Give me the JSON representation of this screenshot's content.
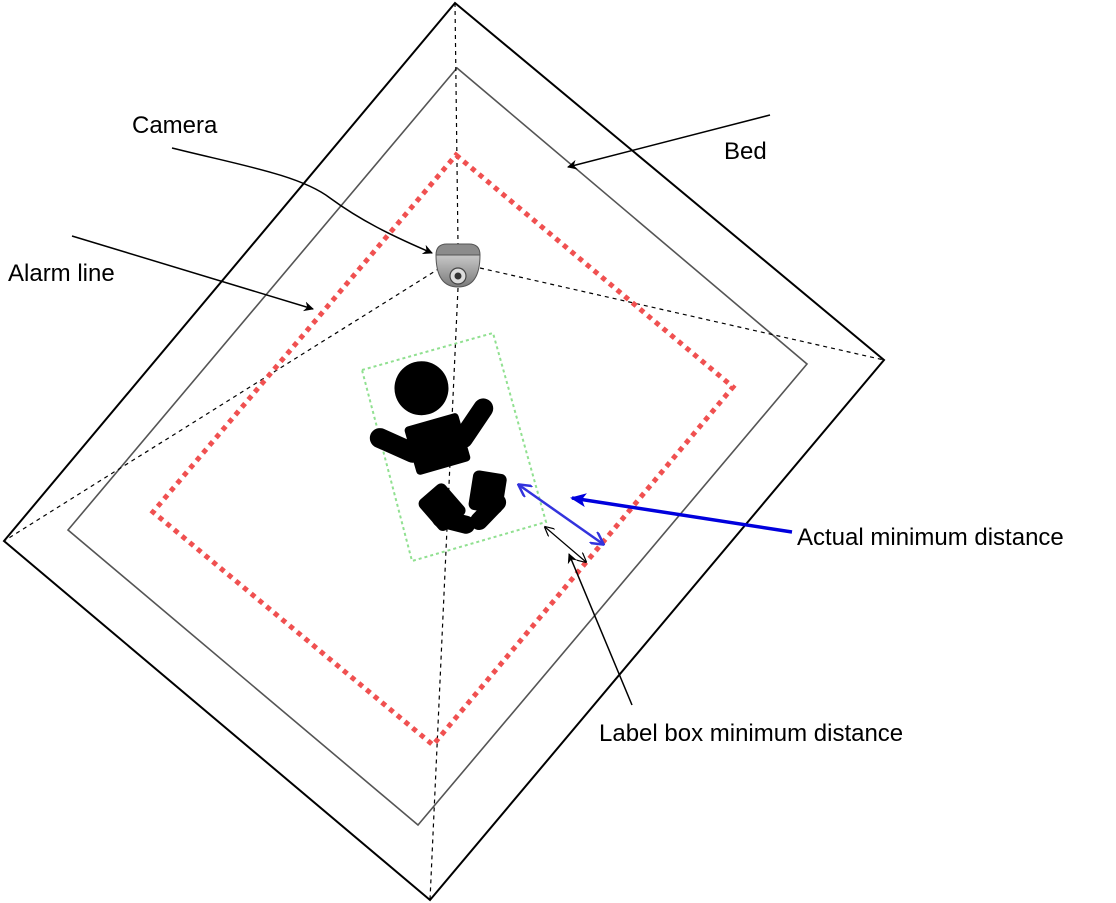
{
  "labels": {
    "camera": "Camera",
    "bed": "Bed",
    "alarm_line": "Alarm line",
    "actual_min_distance": "Actual minimum distance",
    "label_box_min_distance": "Label box minimum distance"
  },
  "colors": {
    "outline": "#000000",
    "inner_outline": "#555555",
    "alarm_line": "#f05050",
    "label_box": "#90e090",
    "actual_distance_arrow": "#3333dd",
    "callout_arrow": "#0000dd",
    "baby": "#000000",
    "camera_body": "#9a9a9a"
  },
  "icons": {
    "camera": "dome-camera-icon",
    "baby": "baby-icon"
  }
}
